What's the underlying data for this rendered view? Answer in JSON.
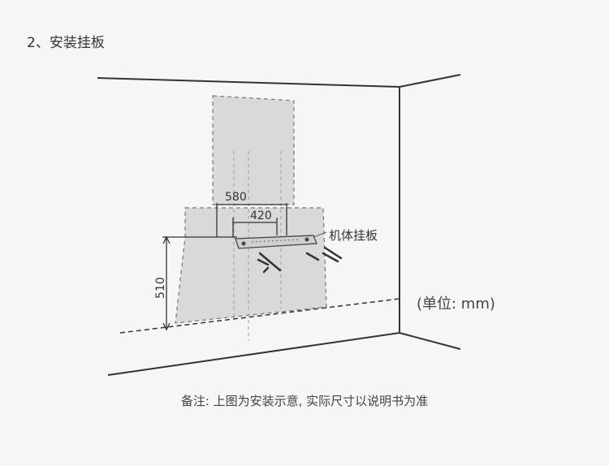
{
  "title": "2、安装挂板",
  "part_label": "机体挂板",
  "unit_label": "(单位: mm)",
  "note": "备注: 上图为安装示意, 实际尺寸以说明书为准",
  "dimensions": {
    "outer_width": "580",
    "inner_width": "420",
    "height": "510"
  }
}
